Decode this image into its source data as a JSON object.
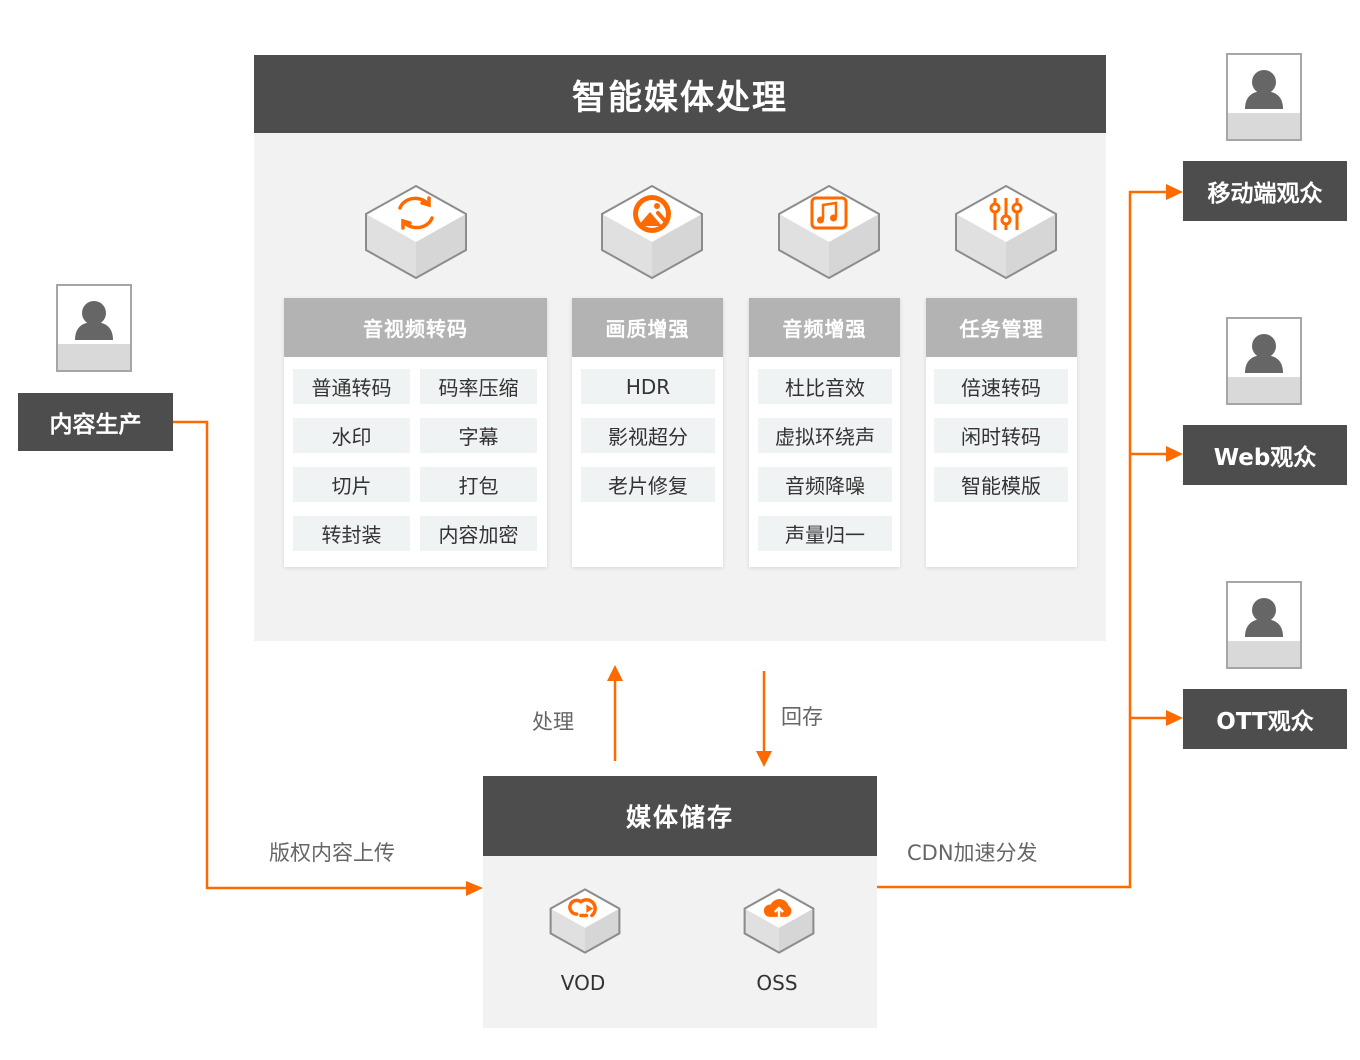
{
  "processing": {
    "title": "智能媒体处理",
    "modules": [
      {
        "icon": "refresh-icon",
        "title": "音视频转码",
        "items": [
          "普通转码",
          "码率压缩",
          "水印",
          "字幕",
          "切片",
          "打包",
          "转封装",
          "内容加密"
        ]
      },
      {
        "icon": "image-icon",
        "title": "画质增强",
        "items": [
          "HDR",
          "影视超分",
          "老片修复"
        ]
      },
      {
        "icon": "music-note-icon",
        "title": "音频增强",
        "items": [
          "杜比音效",
          "虚拟环绕声",
          "音频降噪",
          "声量归一"
        ]
      },
      {
        "icon": "sliders-icon",
        "title": "任务管理",
        "items": [
          "倍速转码",
          "闲时转码",
          "智能模版"
        ]
      }
    ]
  },
  "producer": {
    "label": "内容生产"
  },
  "flows": {
    "upload": "版权内容上传",
    "process": "处理",
    "store_back": "回存",
    "cdn": "CDN加速分发"
  },
  "storage": {
    "title": "媒体储存",
    "services": [
      {
        "icon": "cloud-play-icon",
        "name": "VOD"
      },
      {
        "icon": "cloud-upload-icon",
        "name": "OSS"
      }
    ]
  },
  "audiences": [
    {
      "label": "移动端观众"
    },
    {
      "label": "Web观众"
    },
    {
      "label": "OTT观众"
    }
  ],
  "colors": {
    "accent": "#ff6a00",
    "dark": "#4d4d4d",
    "panel": "#f2f2f2",
    "card_header": "#b3b3b3"
  }
}
